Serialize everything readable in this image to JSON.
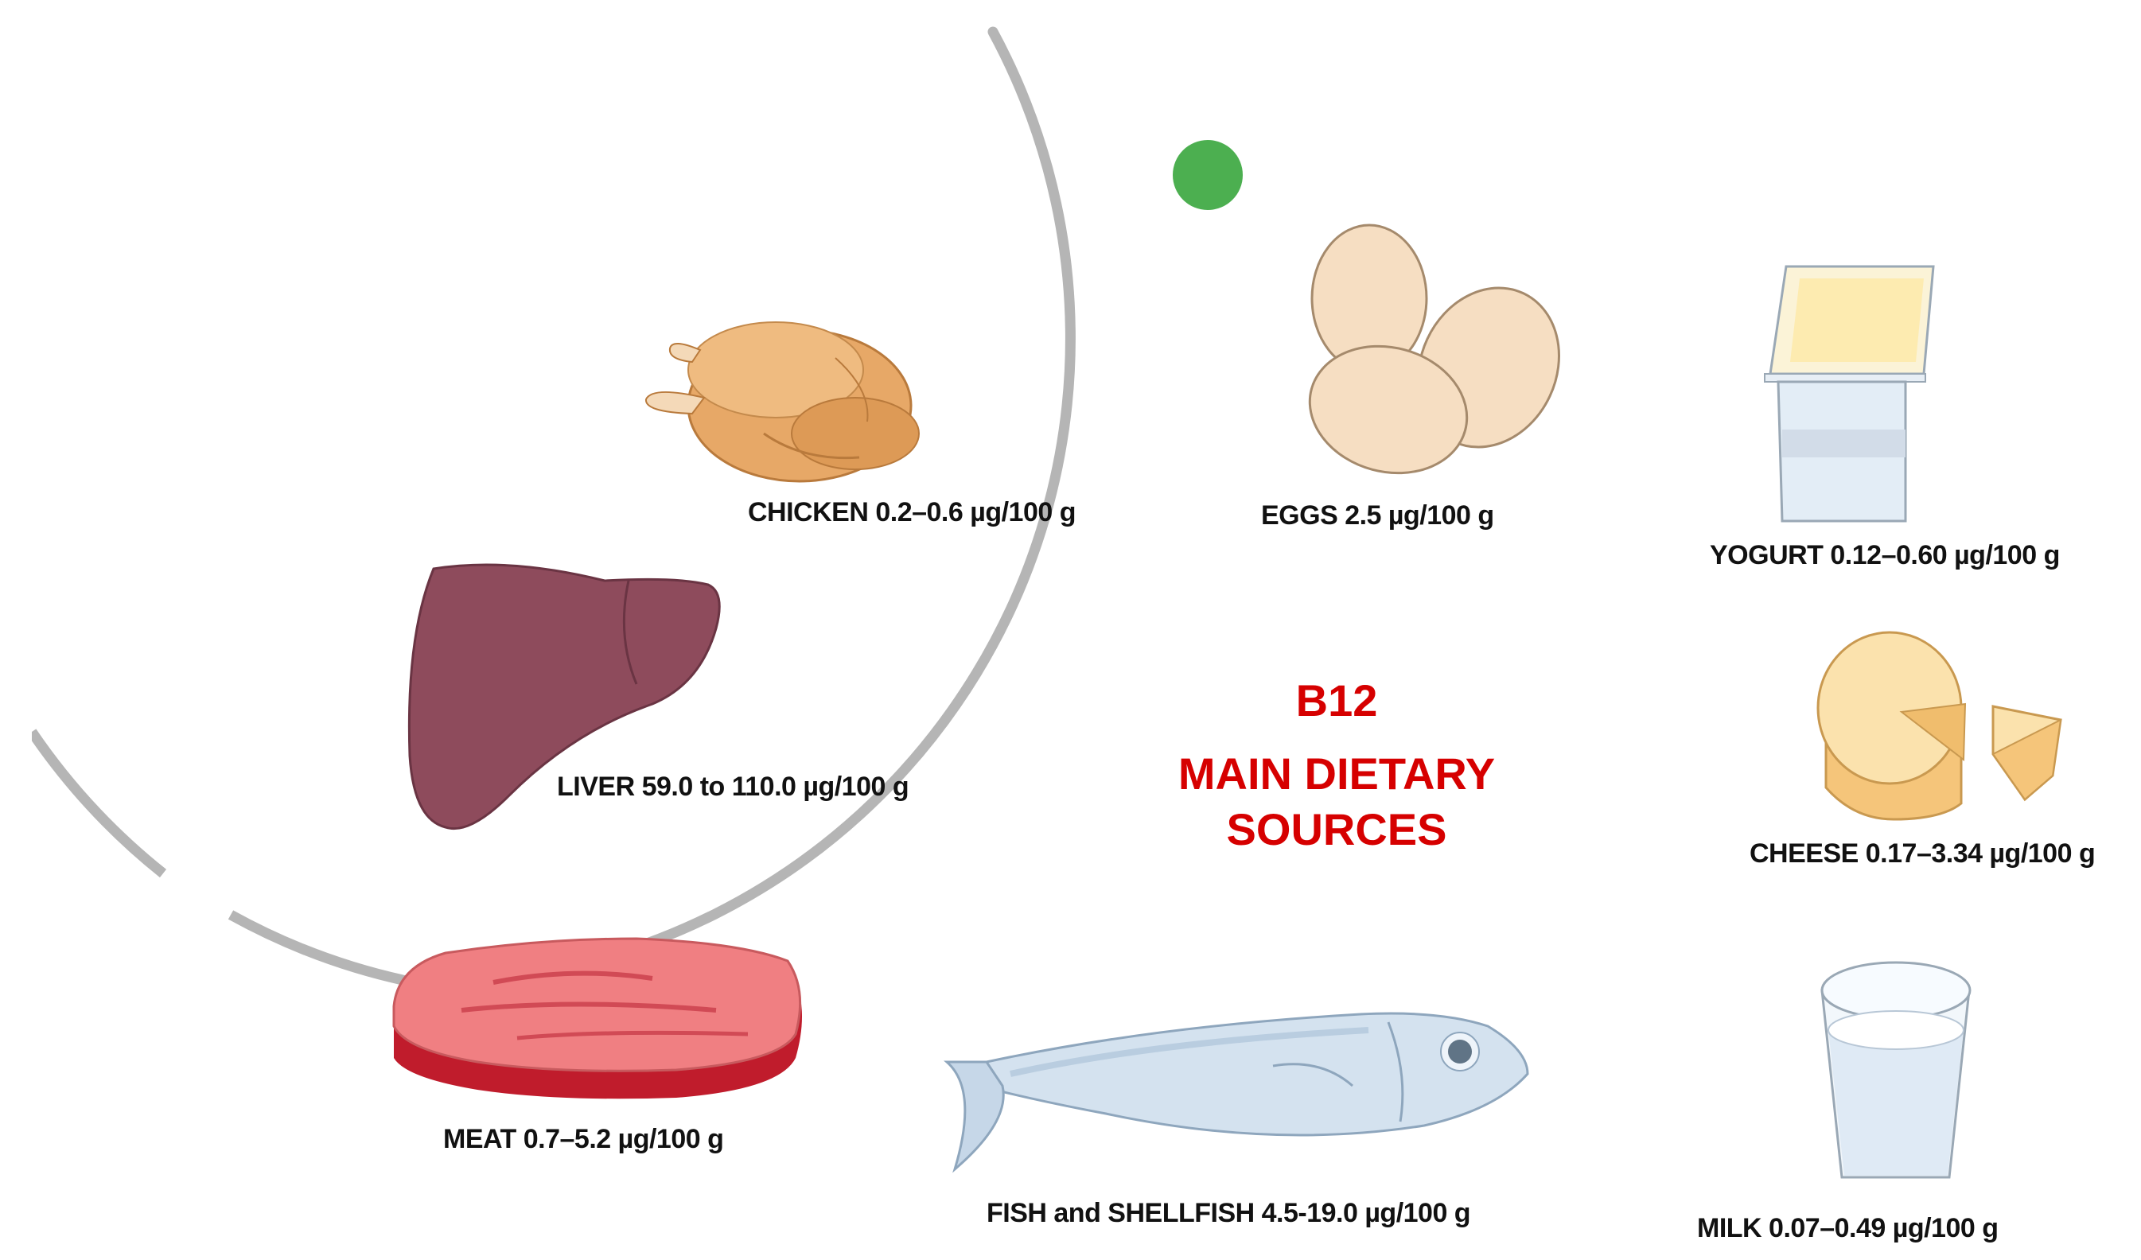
{
  "title": {
    "line1": "B12",
    "line2": "MAIN DIETARY",
    "line3": "SOURCES"
  },
  "foods": {
    "chicken": "CHICKEN 0.2–0.6 µg/100 g",
    "eggs": "EGGS 2.5 µg/100 g",
    "yogurt": "YOGURT 0.12–0.60 µg/100 g",
    "liver": "LIVER 59.0 to 110.0 µg/100 g",
    "cheese": "CHEESE 0.17–3.34 µg/100 g",
    "meat": "MEAT 0.7–5.2 µg/100 g",
    "fish": "FISH and SHELLFISH 4.5-19.0 µg/100 g",
    "milk": "MILK 0.07–0.49 µg/100 g"
  },
  "colors": {
    "title_red": "#d60000",
    "dot_green": "#4caf50",
    "ring_gray": "#b5b5b5"
  },
  "icons": [
    "chicken-icon",
    "eggs-icon",
    "yogurt-icon",
    "liver-icon",
    "cheese-icon",
    "meat-icon",
    "fish-icon",
    "milk-icon"
  ]
}
